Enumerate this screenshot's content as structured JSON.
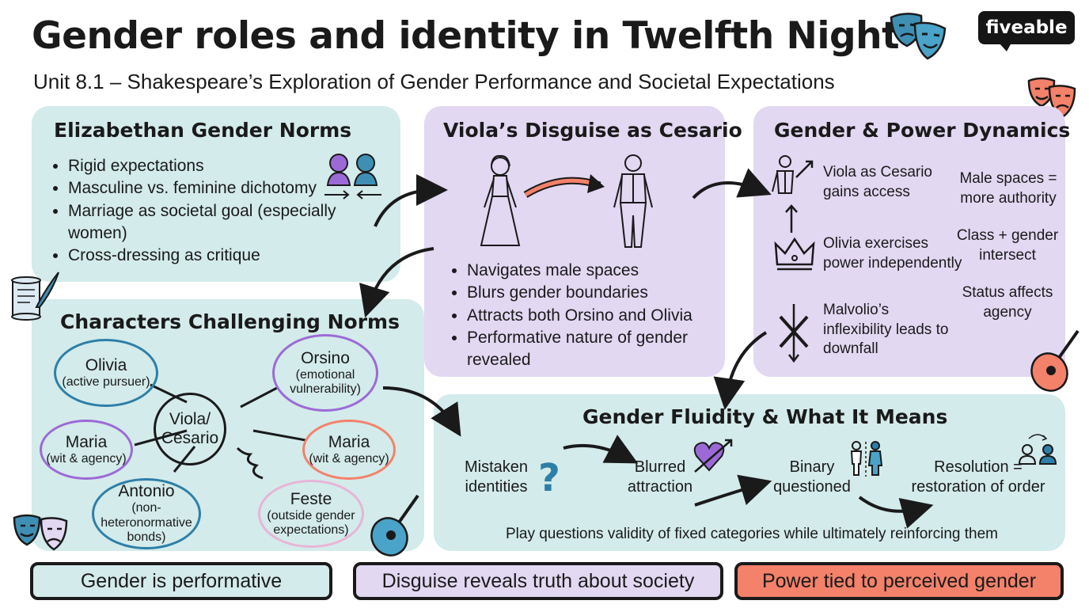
{
  "header": {
    "title": "Gender roles and identity in Twelfth Night",
    "subtitle": "Unit 8.1 – Shakespeare’s Exploration of Gender Performance and Societal Expectations",
    "logo": "fiveable"
  },
  "norms": {
    "title": "Elizabethan Gender Norms",
    "bullets": [
      "Rigid expectations",
      "Masculine vs. feminine dichotomy",
      "Marriage as societal goal (especially women)",
      "Cross-dressing as critique"
    ]
  },
  "disguise": {
    "title": "Viola’s Disguise as Cesario",
    "bullets": [
      "Navigates male spaces",
      "Blurs gender boundaries",
      "Attracts both Orsino and Olivia",
      "Performative nature of gender revealed"
    ]
  },
  "power": {
    "title": "Gender & Power Dynamics",
    "items": [
      "Viola as Cesario gains access",
      "Olivia exercises power independently",
      "Malvolio’s inflexibility leads to downfall"
    ],
    "notes": [
      "Male spaces = more authority",
      "Class + gender intersect",
      "Status affects agency"
    ]
  },
  "characters": {
    "title": "Characters Challenging Norms",
    "center": "Viola/ Cesario",
    "nodes": [
      {
        "name": "Olivia",
        "desc": "(active pursuer)"
      },
      {
        "name": "Orsino",
        "desc": "(emotional vulnerability)"
      },
      {
        "name": "Maria",
        "desc": "(wit & agency)"
      },
      {
        "name": "Maria",
        "desc": "(wit & agency)"
      },
      {
        "name": "Antonio",
        "desc": "(non-heteronormative bonds)"
      },
      {
        "name": "Feste",
        "desc": "(outside gender expectations)"
      }
    ]
  },
  "fluidity": {
    "title": "Gender Fluidity & What It Means",
    "steps": [
      "Mistaken identities",
      "Blurred attraction",
      "Binary questioned",
      "Resolution = restoration of order"
    ],
    "footer": "Play questions validity of fixed categories while ultimately reinforcing them"
  },
  "banners": [
    "Gender is performative",
    "Disguise reveals truth about society",
    "Power tied to perceived gender"
  ],
  "colors": {
    "teal": "#d3ebea",
    "lavender": "#e2d8f2",
    "coral": "#f4816a",
    "purple": "#9c6ad6",
    "blue": "#2d7fa8"
  }
}
